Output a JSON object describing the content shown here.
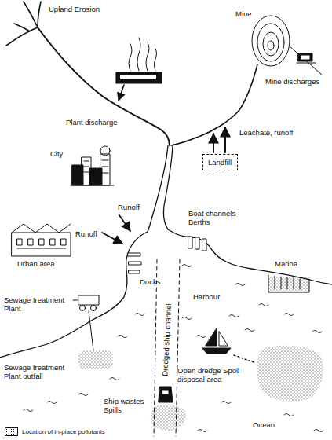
{
  "diagram": {
    "nodes": [
      {
        "text": [
          "Landfill"
        ]
      }
    ],
    "labels": [
      "Upland Erosion",
      "Mine",
      "Mine discharges",
      "Plant discharge",
      "Leachate, runoff",
      "City",
      "Runoff",
      "Boat channels Berths",
      "Urban area",
      "Runoff",
      "Docks",
      "Harbour",
      "Marina",
      "Sewage treatment Plant",
      "Sewage treatment Plant outfall",
      "Dredged ship channel",
      "Open dredge Spoil disposal area",
      "Ship wastes Spills",
      "Ocean"
    ],
    "legend": [
      {
        "text": "Location of in-place pollutants"
      }
    ]
  }
}
